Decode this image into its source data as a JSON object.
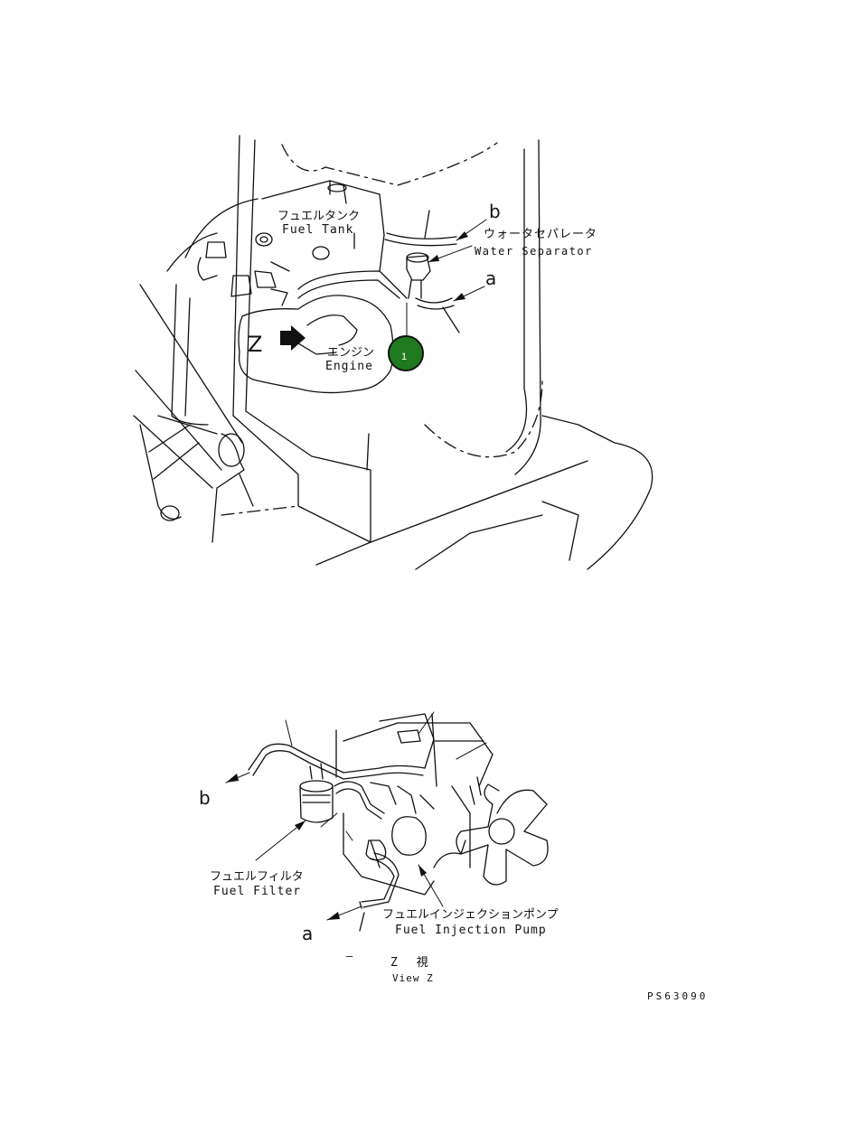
{
  "top_view": {
    "fuel_tank_jp": "フュエルタンク",
    "fuel_tank_en": "Fuel Tank",
    "water_sep_jp": "ウォータセパレータ",
    "water_sep_en": "Water Separator",
    "engine_jp": "エンジン",
    "engine_en": "Engine",
    "view_letter": "Z",
    "ref_b": "b",
    "ref_a": "a",
    "callout_number": "1",
    "callout_color": "#1f7a1f"
  },
  "bottom_view": {
    "fuel_filter_jp": "フュエルフィルタ",
    "fuel_filter_en": "Fuel Filter",
    "pump_jp": "フュエルインジェクションポンプ",
    "pump_en": "Fuel Injection Pump",
    "ref_b": "b",
    "ref_a": "a",
    "view_title_jp": "Z　 視",
    "view_title_en": "View Z",
    "dash_mark": "–"
  },
  "drawing_code": "PS63090"
}
